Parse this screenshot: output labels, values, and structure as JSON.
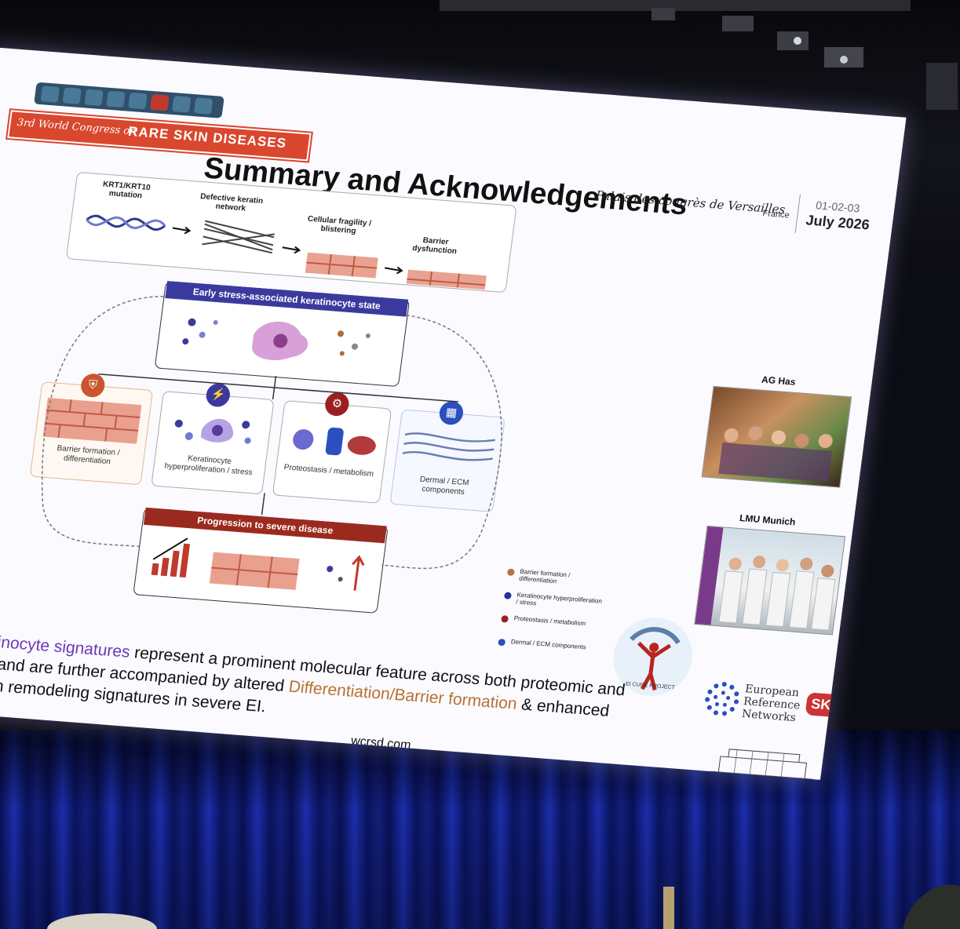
{
  "slide": {
    "congress_line1": "3rd World Congress on",
    "congress_line2": "RARE SKIN DISEASES",
    "title": "Summary and Acknowledgements",
    "venue": "Palais des congrès de Versailles",
    "country": "France",
    "dates": "01-02-03",
    "month_year": "July 2026",
    "url": "wcrsd.com"
  },
  "diagram": {
    "step1": "KRT1/KRT10 mutation",
    "step2": "Defective keratin network",
    "step3": "Cellular fragility / blistering",
    "step4": "Barrier dysfunction",
    "early_state": "Early stress-associated keratinocyte state",
    "progression": "Progression to severe disease",
    "module_barrier": "Barrier formation / differentiation",
    "module_hyper": "Keratinocyte hyperproliferation / stress",
    "module_proteo": "Proteostasis / metabolism",
    "module_dermal": "Dermal / ECM components"
  },
  "legend": [
    {
      "label": "Barrier formation / differentiation",
      "color": "#b0704a"
    },
    {
      "label": "Keratinocyte hyperproliferation / stress",
      "color": "#2a2f9a"
    },
    {
      "label": "Proteostasis / metabolism",
      "color": "#9a2020"
    },
    {
      "label": "Dermal / ECM components",
      "color": "#2b4fbf"
    }
  ],
  "acknowledgements": {
    "group1": "AG Has",
    "group2": "LMU Munich",
    "ei_cure": "EI CURE PROJECT",
    "ern_line1": "European",
    "ern_line2": "Reference",
    "ern_line3": "Networks",
    "skin": "SKIN"
  },
  "summary": {
    "line1_a": "ciated keratinocyte signatures",
    "line1_b": " represent a prominent molecular feature across both proteomic and",
    "line2_a": "ic datasets, and are further accompanied by altered ",
    "line2_b": "Differentiation/Barrier formation",
    "line2_c": " & enhanced",
    "line3": "s/Metabolism remodeling signatures in severe EI."
  },
  "colors": {
    "banner": "#d9472e",
    "early_header": "#3a3a9e",
    "progression_header": "#9b2a1e",
    "curtain": "#1a2aa8"
  }
}
